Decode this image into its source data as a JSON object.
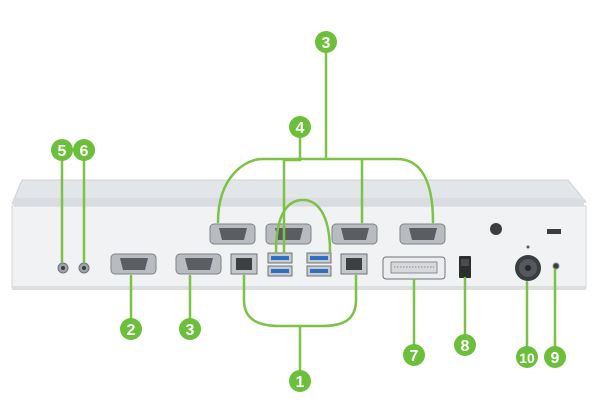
{
  "colors": {
    "callout": "#6cbf3a",
    "leader_line": "#7dc146",
    "chassis_top": "#e4e7ea",
    "chassis_front": "#f2f3f4",
    "port_metal": "#b8bcc0",
    "usb_blue": "#2f6fc4"
  },
  "callouts": [
    {
      "id": "c1",
      "label": "1",
      "port": "lan-ports"
    },
    {
      "id": "c2",
      "label": "2",
      "port": "com-port-1"
    },
    {
      "id": "c3a",
      "label": "3",
      "port": "com-ports-upper"
    },
    {
      "id": "c3b",
      "label": "3",
      "port": "com-port-2"
    },
    {
      "id": "c4",
      "label": "4",
      "port": "usb3-ports"
    },
    {
      "id": "c5",
      "label": "5",
      "port": "audio-jack-1"
    },
    {
      "id": "c6",
      "label": "6",
      "port": "audio-jack-2"
    },
    {
      "id": "c7",
      "label": "7",
      "port": "dvi-port"
    },
    {
      "id": "c8",
      "label": "8",
      "port": "power-switch"
    },
    {
      "id": "c9",
      "label": "9",
      "port": "led-indicator"
    },
    {
      "id": "c10",
      "label": "10",
      "port": "dc-in-jack"
    }
  ]
}
